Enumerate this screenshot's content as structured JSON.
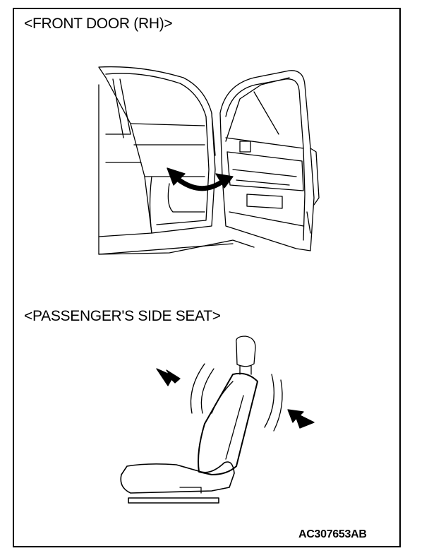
{
  "sections": {
    "front_door_title": "<FRONT DOOR (RH)>",
    "seat_title": "<PASSENGER'S SIDE SEAT>"
  },
  "figure_code": "AC307653AB",
  "colors": {
    "line": "#000000",
    "background": "#ffffff"
  }
}
